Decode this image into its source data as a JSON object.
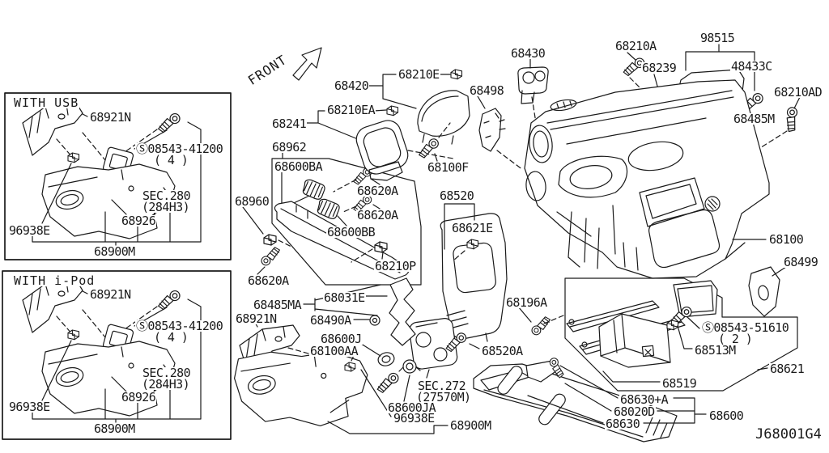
{
  "diagram": {
    "code": "J68001G4",
    "front_indicator": "FRONT",
    "colors": {
      "ink": "#1a1a1a",
      "paper": "#ffffff"
    },
    "icons": {
      "front_arrow": "front-arrow-icon",
      "fastener_screw": "screw-icon",
      "fastener_clip": "clip-icon"
    },
    "sections": [
      {
        "title": "WITH USB"
      },
      {
        "title": "WITH i-Pod"
      }
    ],
    "labels": [
      {
        "text": "68921N"
      },
      {
        "text": "Ⓢ08543-41200"
      },
      {
        "text": "( 4 )"
      },
      {
        "text": "SEC.280"
      },
      {
        "text": "(284H3)"
      },
      {
        "text": "96938E"
      },
      {
        "text": "68926"
      },
      {
        "text": "68900M"
      },
      {
        "text": "68921N"
      },
      {
        "text": "Ⓢ08543-41200"
      },
      {
        "text": "( 4 )"
      },
      {
        "text": "SEC.280"
      },
      {
        "text": "(284H3)"
      },
      {
        "text": "96938E"
      },
      {
        "text": "68926"
      },
      {
        "text": "68900M"
      },
      {
        "text": "68420"
      },
      {
        "text": "68210E"
      },
      {
        "text": "68210EA"
      },
      {
        "text": "68241"
      },
      {
        "text": "68962"
      },
      {
        "text": "68600BA"
      },
      {
        "text": "68498"
      },
      {
        "text": "68100F"
      },
      {
        "text": "68620A"
      },
      {
        "text": "68620A"
      },
      {
        "text": "68960"
      },
      {
        "text": "68600BB"
      },
      {
        "text": "68520"
      },
      {
        "text": "68621E"
      },
      {
        "text": "68210P"
      },
      {
        "text": "68620A"
      },
      {
        "text": "68031E"
      },
      {
        "text": "68485MA"
      },
      {
        "text": "68490A"
      },
      {
        "text": "68921N"
      },
      {
        "text": "68600J"
      },
      {
        "text": "68100AA"
      },
      {
        "text": "SEC.272"
      },
      {
        "text": "(27570M)"
      },
      {
        "text": "68600JA"
      },
      {
        "text": "96938E"
      },
      {
        "text": "68900M"
      },
      {
        "text": "68520A"
      },
      {
        "text": "68196A"
      },
      {
        "text": "68430"
      },
      {
        "text": "68210A"
      },
      {
        "text": "68239"
      },
      {
        "text": "98515"
      },
      {
        "text": "48433C"
      },
      {
        "text": "68210AD"
      },
      {
        "text": "68485M"
      },
      {
        "text": "68100"
      },
      {
        "text": "68499"
      },
      {
        "text": "Ⓢ08543-51610"
      },
      {
        "text": "( 2 )"
      },
      {
        "text": "68513M"
      },
      {
        "text": "68621"
      },
      {
        "text": "68519"
      },
      {
        "text": "68630+A"
      },
      {
        "text": "68020D"
      },
      {
        "text": "68600"
      },
      {
        "text": "68630"
      }
    ]
  }
}
